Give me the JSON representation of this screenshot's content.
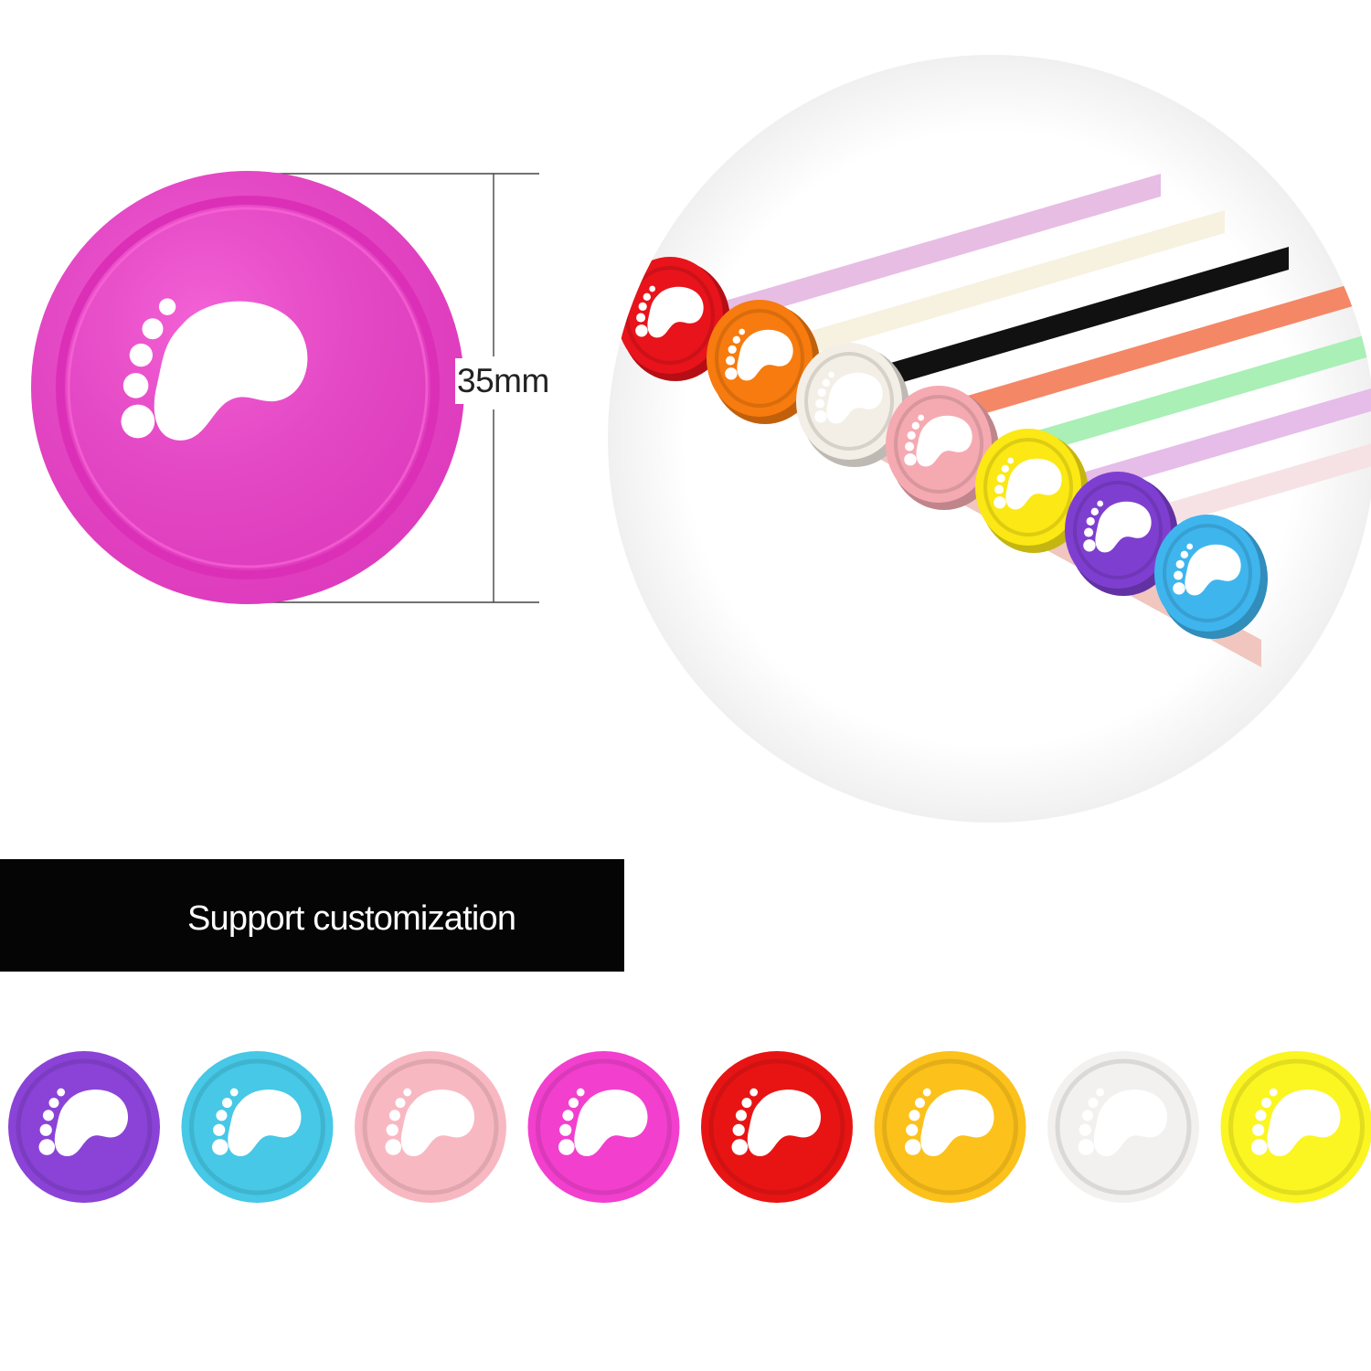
{
  "dimension": {
    "label": "35mm"
  },
  "banner": {
    "text": "Support customization"
  },
  "hero_disc": {
    "color": "#f23fce",
    "rim": "#e02fbd"
  },
  "binder_discs": [
    {
      "color": "#e8131b"
    },
    {
      "color": "#f77b0e"
    },
    {
      "color": "#f3efe6"
    },
    {
      "color": "#f5aab2"
    },
    {
      "color": "#fbe814"
    },
    {
      "color": "#7e3fd0"
    },
    {
      "color": "#3fb5ee"
    }
  ],
  "paper_strips": [
    {
      "color": "#e7bde4"
    },
    {
      "color": "#f7f1e0"
    },
    {
      "color": "#111111"
    },
    {
      "color": "#f48766"
    },
    {
      "color": "#a9efb6"
    },
    {
      "color": "#e5bde8"
    },
    {
      "color": "#f6e2e4"
    }
  ],
  "swatches": [
    {
      "name": "purple",
      "color": "#8a43d6"
    },
    {
      "name": "sky-blue",
      "color": "#46c8e6"
    },
    {
      "name": "light-pink",
      "color": "#f8b8c2"
    },
    {
      "name": "magenta",
      "color": "#f23fce"
    },
    {
      "name": "red",
      "color": "#e81414"
    },
    {
      "name": "orange-yellow",
      "color": "#fcc11a"
    },
    {
      "name": "white",
      "color": "#f2f1ef"
    },
    {
      "name": "yellow",
      "color": "#fbf521"
    }
  ]
}
